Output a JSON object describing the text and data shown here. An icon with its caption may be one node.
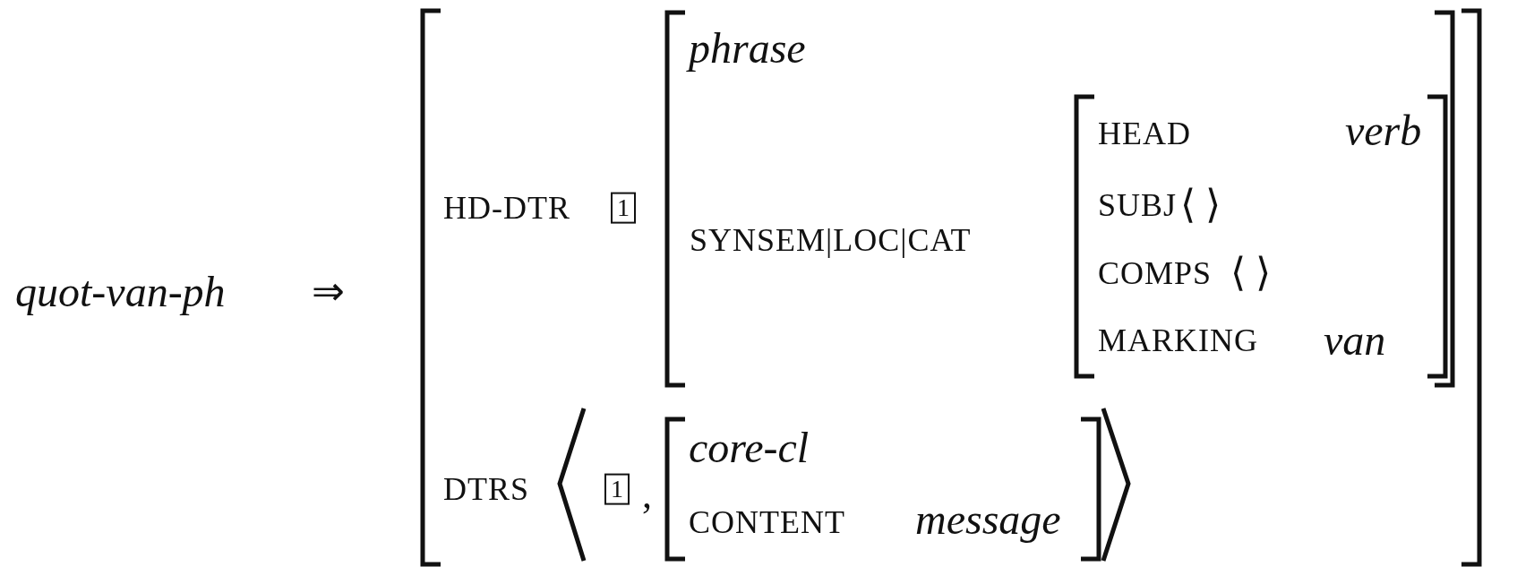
{
  "diagram": {
    "labels": [
      "quot-van-ph",
      "⇒",
      "phrase",
      "HD-DTR",
      "1",
      "SYNSEM|LOC|CAT",
      "HEAD",
      "verb",
      "SUBJ",
      "⟨ ⟩",
      "COMPS",
      "⟨ ⟩",
      "MARKING",
      "van",
      "DTRS",
      "1",
      ",",
      "core-cl",
      "CONTENT",
      "message"
    ]
  }
}
